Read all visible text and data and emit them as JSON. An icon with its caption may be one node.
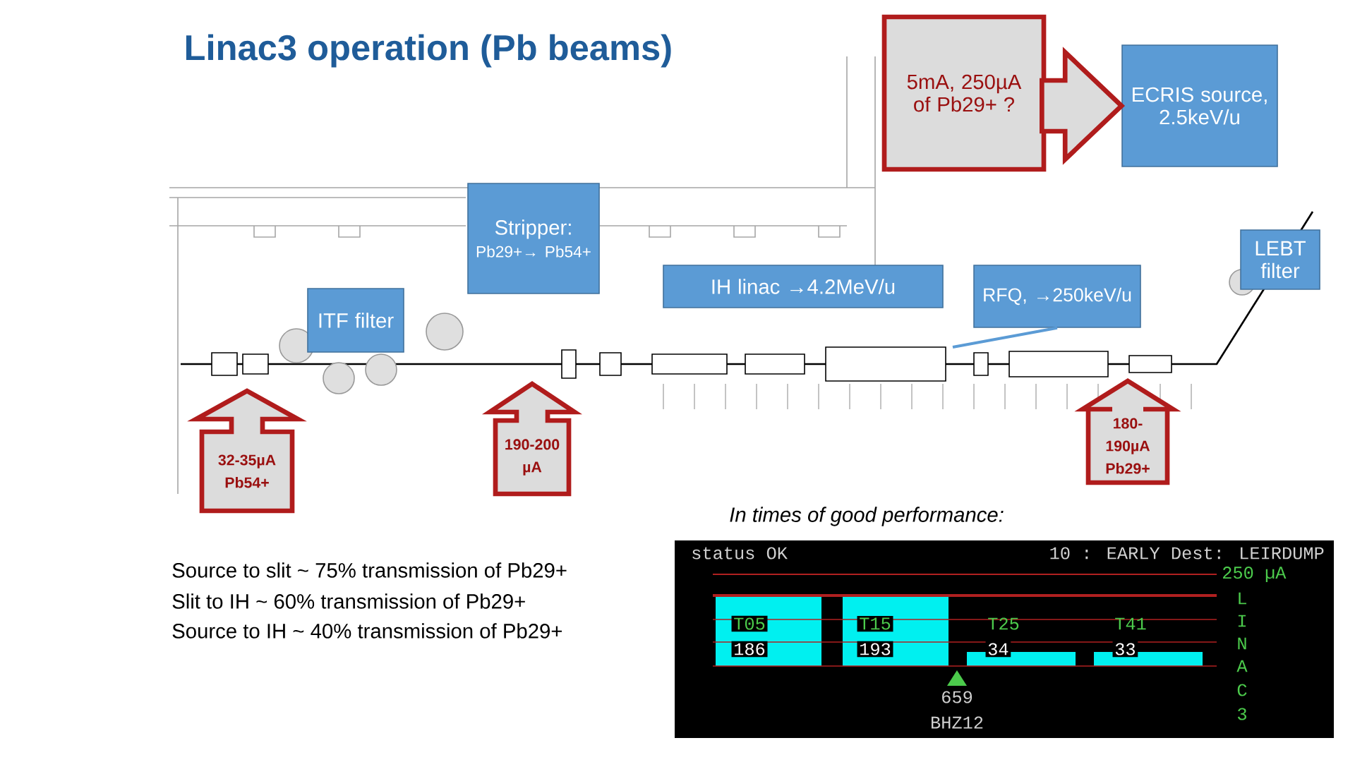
{
  "diagram": {
    "title": "Linac3 operation (Pb beams)",
    "nodes": [
      {
        "text": [
          "5mA, 250µA of Pb29+ ?"
        ]
      },
      {
        "text": [
          "ECRIS source, 2.5keV/u"
        ]
      },
      {
        "text": [
          "Stripper:",
          "Pb29+→ Pb54+"
        ]
      },
      {
        "text": [
          "IH linac →4.2MeV/u"
        ]
      },
      {
        "text": [
          "RFQ, →250keV/u"
        ]
      },
      {
        "text": [
          "LEBT filter"
        ]
      },
      {
        "text": [
          "ITF filter"
        ]
      },
      {
        "text": [
          "32-35µA Pb54+"
        ]
      },
      {
        "text": [
          "190-200 µA"
        ]
      },
      {
        "text": [
          "180-190µA Pb29+"
        ]
      }
    ],
    "edges": [
      {
        "from": 0,
        "to": 1,
        "arrow": "to"
      },
      {
        "from": 4,
        "to": null,
        "arrow": "none",
        "color": "#5b9bd5"
      }
    ],
    "labels": [
      "In times of good performance:",
      "Source to slit ~ 75% transmission of Pb29+",
      "Slit to IH ~ 60% transmission of Pb29+",
      "Source to IH ~ 40% transmission of Pb29+",
      "status OK",
      "10 : EARLY Dest: LEIRDUMP",
      "250 µA",
      "L",
      "I",
      "N",
      "A",
      "C",
      "3",
      "T05",
      "186",
      "T15",
      "193",
      "T25",
      "34",
      "T41",
      "33",
      "659",
      "BHZ12"
    ]
  }
}
